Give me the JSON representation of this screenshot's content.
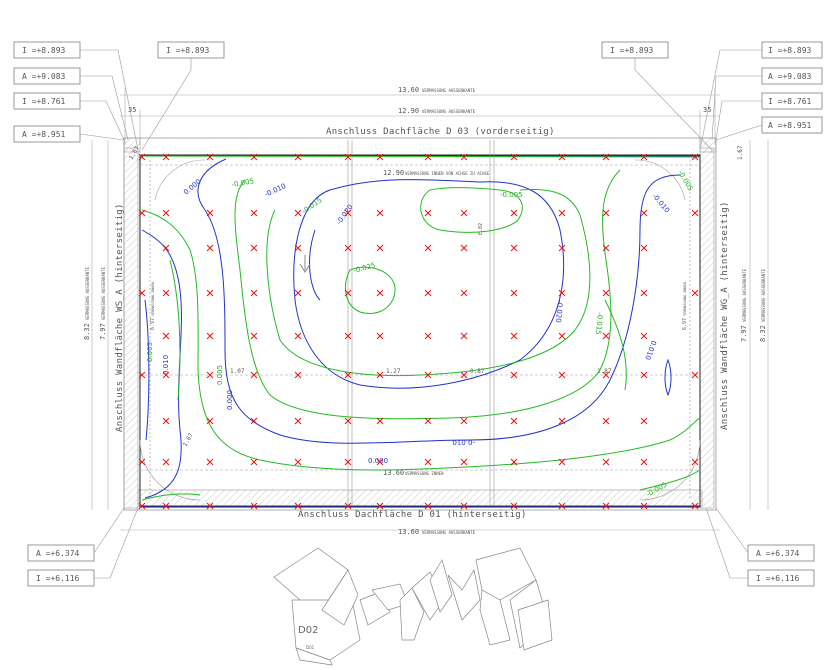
{
  "level_boxes": {
    "tl1": "I =+8.893",
    "tl2": "A =+9.083",
    "tl3": "I =+8.761",
    "tl4": "A =+8.951",
    "tc": "I =+8.893",
    "trc": "I =+8.893",
    "tr1": "I =+8.893",
    "tr2": "A =+9.083",
    "tr3": "I =+8.761",
    "tr4": "A =+8.951",
    "bl1": "A =+6.374",
    "bl2": "I =+6.116",
    "br1": "A =+6.374",
    "br2": "I =+6.116"
  },
  "dimensions": {
    "outer_top": "13.60",
    "outer_top_note": "VERMASSUNG AUSSENKANTE",
    "inner_top": "12.90",
    "inner_top_note": "VERMASSUNG AUSSENKANTE",
    "axis_top": "12.90",
    "axis_top_note": "VERMASSUNG INNEN VON ACHSE ZU ACHSE",
    "inner_bottom": "13.60",
    "inner_bottom_note": "VERMASSUNG INNEN",
    "outer_bottom": "13.60",
    "outer_bottom_note": "VERMASSUNG AUSSENKANTE",
    "side_offset": "35",
    "left_height": "8.32",
    "left_height_note": "VERMASSUNG AUSSENKANTE",
    "left_inner": "7.97",
    "left_inner_note": "VERMASSUNG AUSSENKANTE",
    "right_height": "8.32",
    "right_height_note": "VERMASSUNG AUSSENKANTE",
    "right_inner": "7.97",
    "right_inner_note": "VERMASSUNG AUSSENKANTE",
    "left_inner2": "6.97",
    "left_inner2_note": "VERMASSUNG INNEN",
    "right_inner2": "6.97",
    "right_inner2_note": "VERMASSUNG INNEN",
    "corner_tl": "1.67",
    "corner_tr": "1.67",
    "small_1": "1.07",
    "small_2": "1.27",
    "small_3": "0.87",
    "small_4": "1.87",
    "small_5": "1.67"
  },
  "edge_labels": {
    "top": "Anschluss Dachfläche D 03 (vorderseitig)",
    "bottom": "Anschluss Dachfläche D 01 (hinterseitig)",
    "left": "Anschluss Wandfläche WS_A (hinterseitig)",
    "right": "Anschluss Wandfläche WG_A (hinterseitig)"
  },
  "contour_labels": {
    "blue": [
      "0.000",
      "-0.010",
      "-0.020",
      "-0.010",
      "0.010",
      "0.000",
      "-0.020",
      "0.000",
      "-0.010",
      "0.010"
    ],
    "green": [
      "-0.005",
      "-0.015",
      "-0.005",
      "-0.025",
      "0.005",
      "-0.005",
      "-0.015",
      "0.005",
      "-0.005"
    ]
  },
  "inner_note": "E.02",
  "iso_label": "D02",
  "iso_sublabel": "D01",
  "colors": {
    "contour_blue": "#2233cc",
    "contour_green": "#22bb22",
    "marker_red": "#ee1111"
  }
}
